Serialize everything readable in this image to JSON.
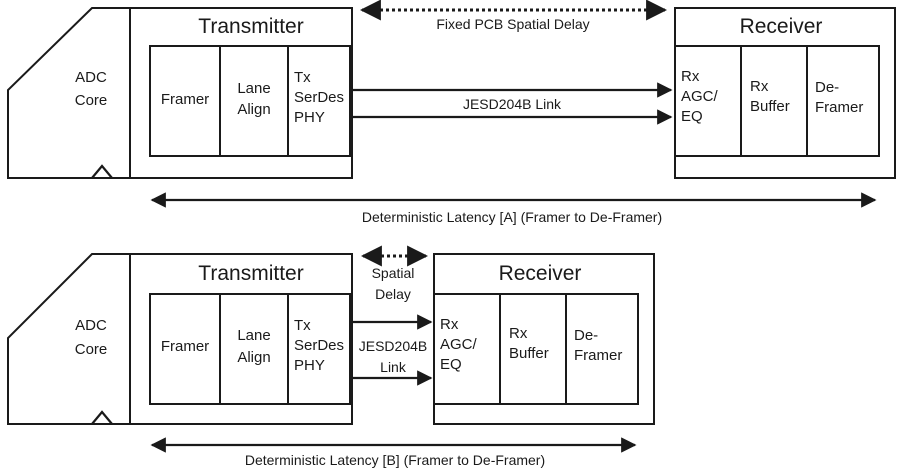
{
  "diagram_a": {
    "adc": [
      "ADC",
      "Core"
    ],
    "transmitter": "Transmitter",
    "tx_blocks": [
      [
        "Framer"
      ],
      [
        "Lane",
        "Align"
      ],
      [
        "Tx",
        "SerDes",
        "PHY"
      ]
    ],
    "receiver": "Receiver",
    "rx_blocks": [
      [
        "Rx",
        "AGC/",
        "EQ"
      ],
      [
        "Rx",
        "Buffer"
      ],
      [
        "De-",
        "Framer"
      ]
    ],
    "spatial_delay": [
      "Fixed PCB Spatial Delay"
    ],
    "link": [
      "JESD204B Link"
    ],
    "latency": "Deterministic Latency [A] (Framer to De-Framer)"
  },
  "diagram_b": {
    "adc": [
      "ADC",
      "Core"
    ],
    "transmitter": "Transmitter",
    "tx_blocks": [
      [
        "Framer"
      ],
      [
        "Lane",
        "Align"
      ],
      [
        "Tx",
        "SerDes",
        "PHY"
      ]
    ],
    "receiver": "Receiver",
    "rx_blocks": [
      [
        "Rx",
        "AGC/",
        "EQ"
      ],
      [
        "Rx",
        "Buffer"
      ],
      [
        "De-",
        "Framer"
      ]
    ],
    "spatial_delay": [
      "Spatial",
      "Delay"
    ],
    "link": [
      "JESD204B",
      "Link"
    ],
    "latency": "Deterministic Latency [B] (Framer to De-Framer)"
  }
}
